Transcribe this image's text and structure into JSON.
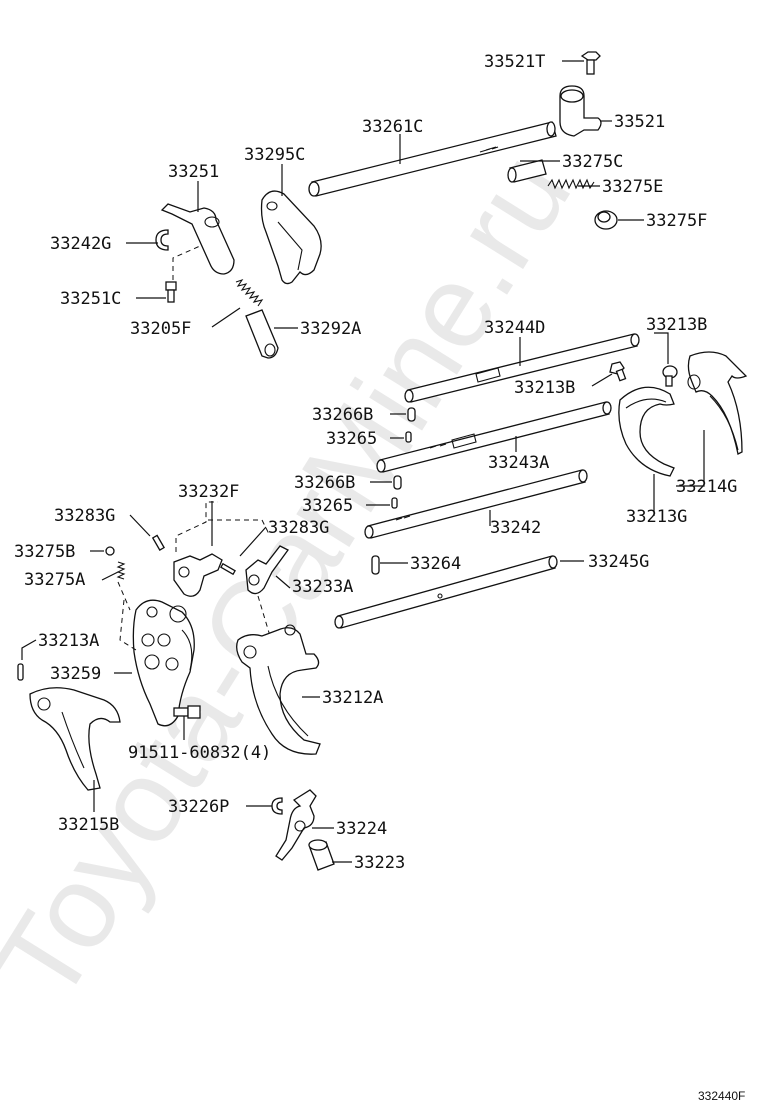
{
  "watermark": "Toyota-CarMine.ru",
  "figure_code": "332440F",
  "parts": {
    "p33521T": "33521T",
    "p33521": "33521",
    "p33261C": "33261C",
    "p33275C": "33275C",
    "p33275E": "33275E",
    "p33275F": "33275F",
    "p33295C": "33295C",
    "p33251": "33251",
    "p33242G": "33242G",
    "p33251C": "33251C",
    "p33205F": "33205F",
    "p33292A": "33292A",
    "p33244D": "33244D",
    "p33213B_a": "33213B",
    "p33213B_b": "33213B",
    "p33266B_a": "33266B",
    "p33265_a": "33265",
    "p33243A": "33243A",
    "p33214G": "33214G",
    "p33213G": "33213G",
    "p33232F": "33232F",
    "p33266B_b": "33266B",
    "p33265_b": "33265",
    "p33283G_a": "33283G",
    "p33283G_b": "33283G",
    "p33242": "33242",
    "p33275B": "33275B",
    "p33275A": "33275A",
    "p33264": "33264",
    "p33245G": "33245G",
    "p33233A": "33233A",
    "p33213A": "33213A",
    "p33259": "33259",
    "p33212A": "33212A",
    "p91511": "91511-60832(4)",
    "p33215B": "33215B",
    "p33226P": "33226P",
    "p33224": "33224",
    "p33223": "33223"
  }
}
